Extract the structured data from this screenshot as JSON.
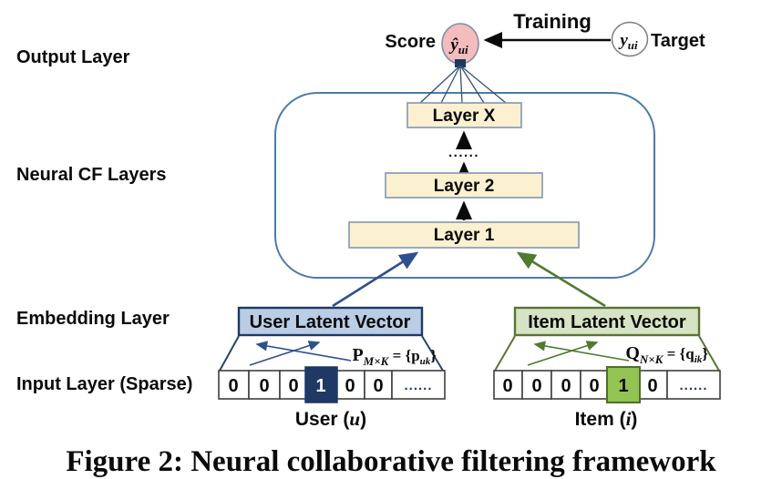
{
  "left_labels": {
    "output": "Output Layer",
    "neural_cf": "Neural CF Layers",
    "embedding": "Embedding Layer",
    "input": "Input Layer (Sparse)"
  },
  "top": {
    "score_label": "Score",
    "training_label": "Training",
    "target_label": "Target",
    "score_node": {
      "base": "ŷ",
      "sub": "ui"
    },
    "target_node": {
      "base": "y",
      "sub": "ui"
    }
  },
  "network": {
    "layer_x": "Layer X",
    "ellipsis": "......",
    "layer_2": "Layer 2",
    "layer_1": "Layer 1"
  },
  "user": {
    "latent_label": "User Latent Vector",
    "matrix": {
      "base": "P",
      "dims": "M×K",
      "eq": " = {",
      "vec": "p",
      "vec_sub": "uk",
      "close": "}"
    },
    "vector": [
      "0",
      "0",
      "0",
      "1",
      "0",
      "0",
      "......"
    ],
    "hot_index": 3,
    "axis": {
      "pre": "User (",
      "var": "u",
      "post": ")"
    }
  },
  "item": {
    "latent_label": "Item Latent Vector",
    "matrix": {
      "base": "Q",
      "dims": "N×K",
      "eq": " = {",
      "vec": "q",
      "vec_sub": "ik",
      "close": "}"
    },
    "vector": [
      "0",
      "0",
      "0",
      "0",
      "1",
      "0",
      "......"
    ],
    "hot_index": 4,
    "axis": {
      "pre": "Item (",
      "var": "i",
      "post": ")"
    }
  },
  "caption": "Figure 2: Neural collaborative filtering framework",
  "colors": {
    "score_fill": "#F3BCBD",
    "score_border": "#8090A8",
    "target_border": "#7F7F7F",
    "layer_fill": "#FBF0D0",
    "layer_border": "#8496B0",
    "cf_box_border": "#4C7BA8",
    "user_fill": "#B9CDE4",
    "user_border": "#1F3864",
    "item_fill": "#D6E3C5",
    "item_border": "#5A7434",
    "user_hot_fill": "#1F3864",
    "item_hot_fill": "#92C353",
    "item_hot_border": "#4F6F28",
    "blue_arrow": "#2F4F8F",
    "green_arrow": "#507A2D"
  }
}
